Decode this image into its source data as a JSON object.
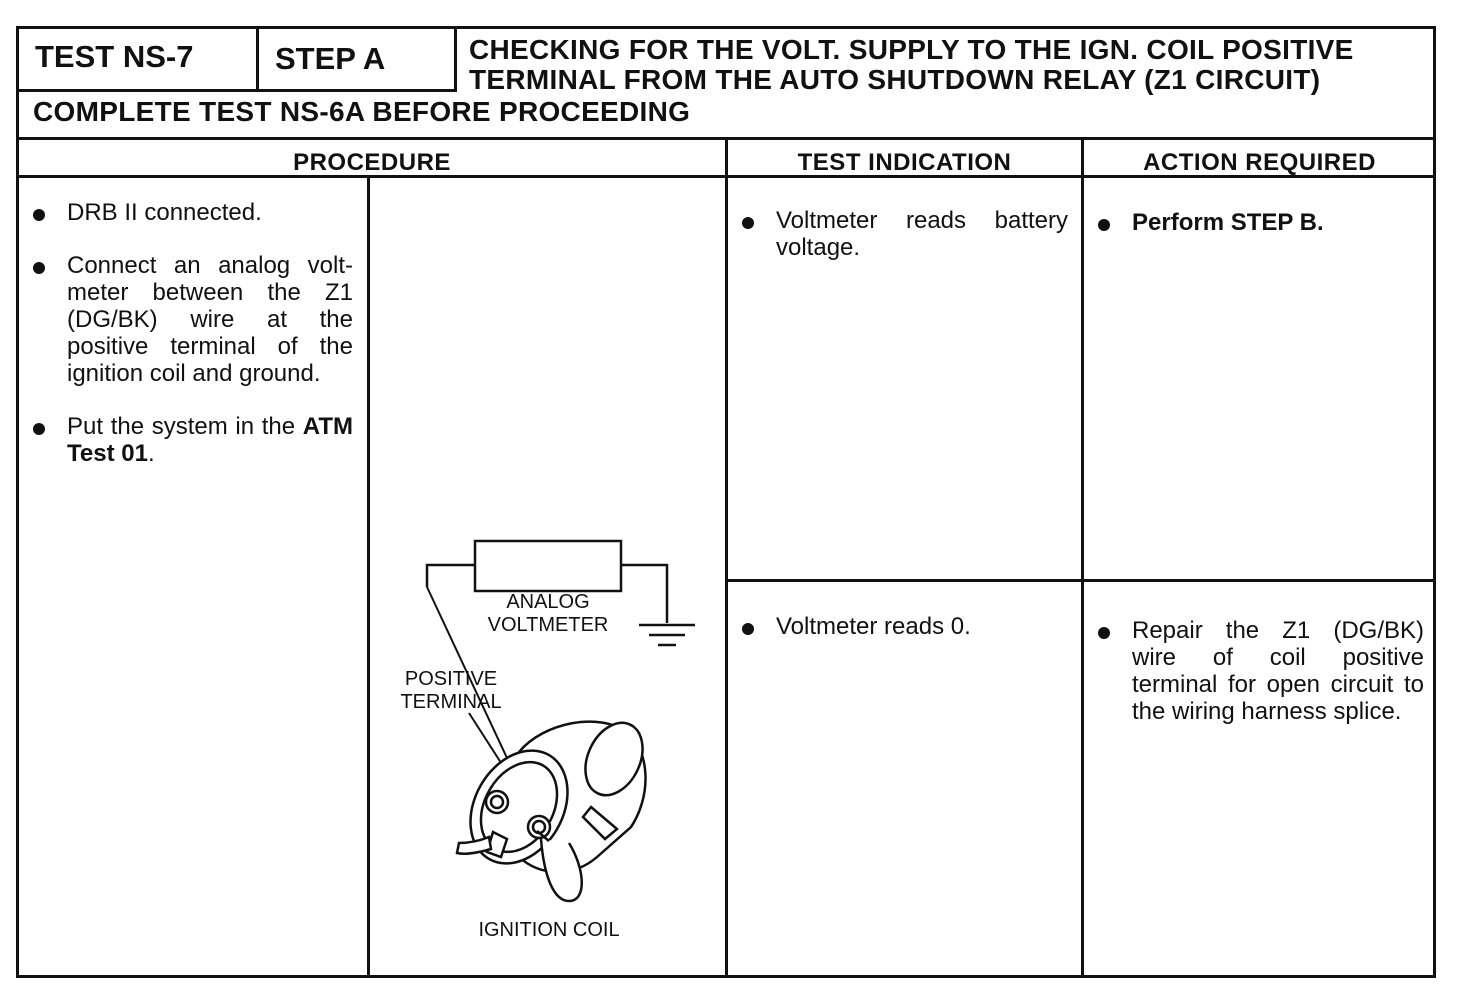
{
  "header": {
    "test_label": "TEST NS-7",
    "step_label": "STEP A",
    "title_line1": "CHECKING FOR THE VOLT. SUPPLY TO THE IGN. COIL POSITIVE",
    "title_line2": "TERMINAL FROM THE AUTO SHUTDOWN RELAY (Z1 CIRCUIT)",
    "prerequisite": "COMPLETE TEST NS-6A BEFORE PROCEEDING"
  },
  "columns": {
    "procedure": "PROCEDURE",
    "test_indication": "TEST INDICATION",
    "action_required": "ACTION REQUIRED"
  },
  "procedure": {
    "steps": [
      {
        "text": "DRB II connected."
      },
      {
        "text": "Connect an analog volt-meter between the Z1 (DG/BK) wire at the positive terminal of the ignition coil and ground."
      },
      {
        "text_prefix": "Put the system in the ",
        "text_bold": "ATM Test 01",
        "text_suffix": "."
      }
    ]
  },
  "diagram": {
    "meter_label_line1": "ANALOG",
    "meter_label_line2": "VOLTMETER",
    "terminal_label_line1": "POSITIVE",
    "terminal_label_line2": "TERMINAL",
    "caption": "IGNITION COIL",
    "ground_symbol": "ground-icon",
    "coil_drawing": "ignition-coil-icon"
  },
  "results": [
    {
      "indication": "Voltmeter reads battery voltage.",
      "action": "Perform STEP B."
    },
    {
      "indication": "Voltmeter reads 0.",
      "action": "Repair the Z1 (DG/BK) wire of coil positive terminal for open circuit to the wiring harness splice."
    }
  ]
}
